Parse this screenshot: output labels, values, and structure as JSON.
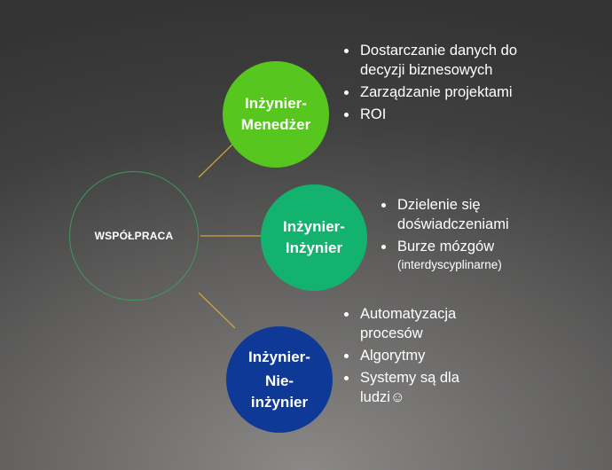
{
  "center": {
    "label": "WSPÓŁPRACA"
  },
  "nodes": [
    {
      "lines": [
        "Inżynier-",
        "Menedżer"
      ],
      "color": "#57c61f",
      "bullets": [
        {
          "text": "Dostarczanie danych do decyzji biznesowych"
        },
        {
          "text": "Zarządzanie projektami"
        },
        {
          "text": "ROI"
        }
      ]
    },
    {
      "lines": [
        "Inżynier-",
        "Inżynier"
      ],
      "color": "#13b36f",
      "bullets": [
        {
          "text": "Dzielenie się doświadczeniami"
        },
        {
          "text": "Burze mózgów",
          "note": "(interdyscyplinarne)"
        }
      ]
    },
    {
      "lines": [
        "Inżynier-",
        "Nie-",
        "inżynier"
      ],
      "color": "#0e3996",
      "bullets": [
        {
          "text": "Automatyzacja procesów"
        },
        {
          "text": "Algorytmy"
        },
        {
          "text": "Systemy są dla ludzi☺"
        }
      ]
    }
  ],
  "colors": {
    "connector": "#c8a83a",
    "center_border": "#3d9a5a"
  }
}
